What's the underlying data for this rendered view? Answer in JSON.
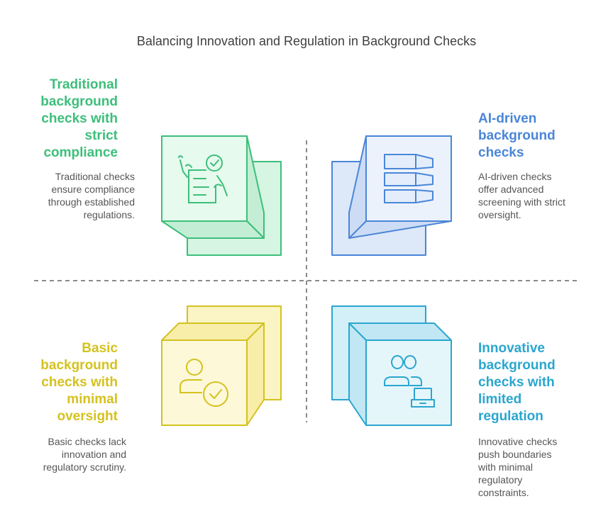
{
  "title": "Balancing Innovation and Regulation in Background Checks",
  "colors": {
    "green": "#3dbf7a",
    "blue": "#4a86d8",
    "yellow": "#d4c21f",
    "cyan": "#2aa6cf"
  },
  "quadrants": {
    "top_left": {
      "heading_lines": [
        "Traditional",
        "background",
        "checks with",
        "strict",
        "compliance"
      ],
      "desc_lines": [
        "Traditional checks",
        "ensure compliance",
        "through established",
        "regulations."
      ],
      "icon": "checklist-hand-icon"
    },
    "top_right": {
      "heading_lines": [
        "AI-driven",
        "background",
        "checks"
      ],
      "desc_lines": [
        "AI-driven checks",
        "offer advanced",
        "screening with strict",
        "oversight."
      ],
      "icon": "stacked-bars-icon"
    },
    "bottom_left": {
      "heading_lines": [
        "Basic",
        "background",
        "checks with",
        "minimal",
        "oversight"
      ],
      "desc_lines": [
        "Basic checks lack",
        "innovation and",
        "regulatory scrutiny."
      ],
      "icon": "user-check-icon"
    },
    "bottom_right": {
      "heading_lines": [
        "Innovative",
        "background",
        "checks with",
        "limited",
        "regulation"
      ],
      "desc_lines": [
        "Innovative checks",
        "push boundaries",
        "with minimal",
        "regulatory",
        "constraints."
      ],
      "icon": "users-laptop-icon"
    }
  }
}
